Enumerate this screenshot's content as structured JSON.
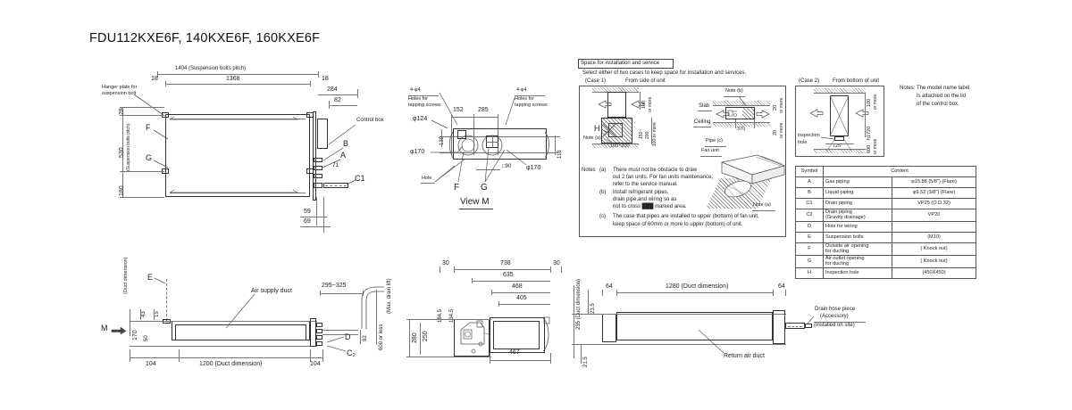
{
  "title": "FDU112KXE6F, 140KXE6F, 160KXE6F",
  "top_left_view": {
    "dims": {
      "d1404": "1404 (Suspension bolts pitch)",
      "d1368": "1368",
      "d18a": "18",
      "d18b": "18",
      "d284": "284",
      "d82": "82",
      "d28": "28",
      "d530": "530",
      "d530_note": "(Suspension bolts pitch)",
      "d180": "180",
      "d71": "71",
      "d59": "59",
      "d69": "69"
    },
    "labels": {
      "hanger": "Hanger plate for\nsuspension bolt",
      "hanger_l1": "Hanger plate for",
      "hanger_l2": "suspension bolt",
      "control_box": "Control box",
      "F": "F",
      "G": "G",
      "A": "A",
      "B": "B",
      "C1": "C1"
    }
  },
  "view_m": {
    "caption": "View M",
    "labels": {
      "tap_left_l1": "4-φ4",
      "tap_left_l2": "Holes for",
      "tap_left_l3": "tapping screws",
      "tap_right_l1": "4-φ4",
      "tap_right_l2": "Holes for",
      "tap_right_l3": "tapping screws",
      "hole": "Hole",
      "F": "F",
      "G": "G"
    },
    "dims": {
      "d124": "φ124",
      "d170a": "φ170",
      "d170b": "φ170",
      "d139": "139",
      "d152": "152",
      "d285": "285",
      "d113": "113",
      "d90": "□90"
    }
  },
  "install": {
    "header": "Space for installation and service",
    "subtitle": "Select either of two cases to keep space for installation and services.",
    "case1_label": "(Case 1)",
    "case1_title": "From side of unit",
    "case2_label": "(Case 2)",
    "case2_title": "From bottom of unit",
    "case1_dims": {
      "top100": "100",
      "top100_sub": "or more",
      "mid150": "150~",
      "mid200": "200",
      "side100": "100 or more",
      "bot": "100~200",
      "h": "H",
      "note_a": "Note (a)"
    },
    "case1b": {
      "slab": "Slab",
      "ceiling": "Ceiling",
      "note_b": "Note (b)",
      "d370": "370",
      "top20": "20",
      "top20_sub": "or more",
      "bot20": "20",
      "bot20_sub": "or more",
      "pipe_c": "Pipe (c)",
      "fan_unit": "Fan unit",
      "note_a": "Note (a)"
    },
    "case2_dims": {
      "inspection_l1": "inspection",
      "inspection_l2": "hole",
      "d725": "725",
      "top100": "100",
      "top100_sub": "or more",
      "d1720": "h1720",
      "bot600": "600",
      "bot600_sub": "or more"
    },
    "notes_title": "Notes",
    "notes": [
      {
        "key": "(a)",
        "lines": [
          "There must not be obstacle to draw",
          "out 2 fan units. For fan units maintenance,",
          "refer to the service manual."
        ]
      },
      {
        "key": "(b)",
        "lines": [
          "Install refrigerant pipes,",
          "drain pipe,and wiring so as",
          "not to cross ███ marked area."
        ]
      },
      {
        "key": "(c)",
        "lines": [
          "The case that pipes are installed to upper  (bottom)  of fan unit,",
          "keep space of 60mm or more to upper  (bottom) of unit."
        ]
      }
    ],
    "model_note": {
      "label": "Notes:",
      "lines": [
        "The model name label",
        "is attached on the lid",
        "of the control box."
      ]
    }
  },
  "symbol_table": {
    "headers": [
      "Symbol",
      "Content"
    ],
    "rows": [
      {
        "symbol": "A",
        "desc": "Gas piping",
        "value": "φ15.88 (5/8\") (Flare)"
      },
      {
        "symbol": "B",
        "desc": "Liquid piping",
        "value": "φ9.52 (3/8\") (Flare)"
      },
      {
        "symbol": "C1",
        "desc": "Drain piping",
        "value": "VP25 (O.D.32)"
      },
      {
        "symbol": "C2",
        "desc": "Drain piping\n(Gravity drainage)",
        "value": "VP20"
      },
      {
        "symbol": "D",
        "desc": "Hole for wiring",
        "value": ""
      },
      {
        "symbol": "E",
        "desc": "Suspension bolts",
        "value": "(M10)"
      },
      {
        "symbol": "F",
        "desc": "Outside air opening\nfor ducting",
        "value": "( Knock out)"
      },
      {
        "symbol": "G",
        "desc": "Air outlet opening\nfor ducting",
        "value": "( Knock out)"
      },
      {
        "symbol": "H",
        "desc": "Inspection hole",
        "value": "(450X450)"
      }
    ]
  },
  "bottom_left_view": {
    "labels": {
      "M": "M",
      "E": "E",
      "air_supply_duct": "Air supply duct",
      "D": "D",
      "C2": "C₂",
      "duct_dim_left": "(Duct dimension)",
      "max_drain": "(Max. drain lift)"
    },
    "dims": {
      "d170": "170",
      "d43": "43",
      "d15": "15",
      "d50": "50",
      "d104a": "104",
      "d1200": "1200 (Duct dimension)",
      "d104b": "104",
      "d295": "295~325",
      "d92": "92",
      "d600": "600 or less"
    }
  },
  "bottom_mid_view": {
    "dims": {
      "d30a": "30",
      "d738": "738",
      "d30b": "30",
      "d635": "635",
      "d468": "468",
      "d405": "405",
      "d184": "184.5",
      "d134": "134.5",
      "d280": "280",
      "d250": "250",
      "d467": "467"
    }
  },
  "bottom_right_view": {
    "labels": {
      "return_air_duct": "Return air duct",
      "drain_hose_l1": "Drain hose piece",
      "drain_hose_l2": "(Accessory)",
      "drain_hose_l3": "(Installed on site)",
      "duct_dim": "235 (Duct dimension)"
    },
    "dims": {
      "d64a": "64",
      "d1280": "1280 (Duct dimension)",
      "d64b": "64",
      "d235": "235 (Duct dimension)",
      "d23_5": "23.5",
      "d21_5": "21.5"
    }
  }
}
